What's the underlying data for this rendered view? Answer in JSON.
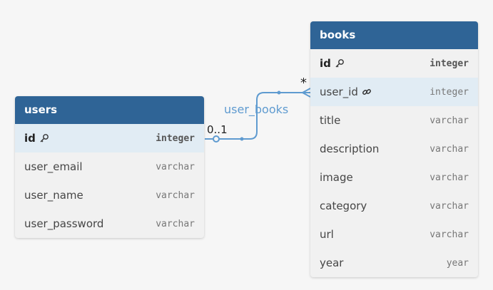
{
  "tables": {
    "users": {
      "name": "users",
      "columns": [
        {
          "name": "id",
          "type": "integer",
          "pk": true
        },
        {
          "name": "user_email",
          "type": "varchar"
        },
        {
          "name": "user_name",
          "type": "varchar"
        },
        {
          "name": "user_password",
          "type": "varchar"
        }
      ]
    },
    "books": {
      "name": "books",
      "columns": [
        {
          "name": "id",
          "type": "integer",
          "pk": true
        },
        {
          "name": "user_id",
          "type": "integer",
          "fk": true
        },
        {
          "name": "title",
          "type": "varchar"
        },
        {
          "name": "description",
          "type": "varchar"
        },
        {
          "name": "image",
          "type": "varchar"
        },
        {
          "name": "category",
          "type": "varchar"
        },
        {
          "name": "url",
          "type": "varchar"
        },
        {
          "name": "year",
          "type": "year"
        }
      ]
    }
  },
  "relationship": {
    "name": "user_books",
    "from_cardinality": "0..1",
    "to_cardinality": "*"
  },
  "colors": {
    "header": "#2f6496",
    "highlight": "#e1ecf4",
    "connector": "#5f9bd0"
  },
  "icons": {
    "primary_key": "key-icon",
    "foreign_key": "link-icon"
  }
}
